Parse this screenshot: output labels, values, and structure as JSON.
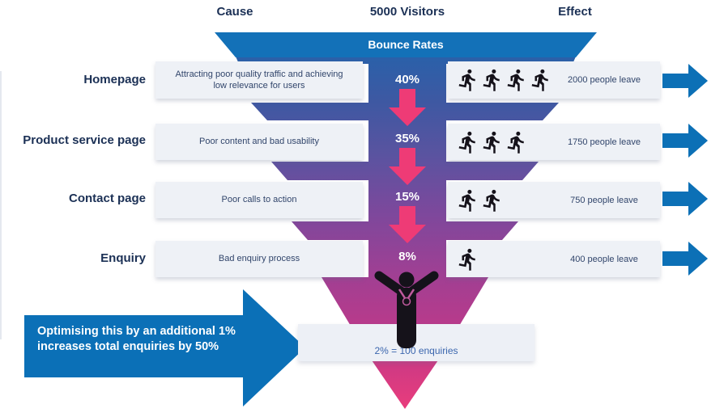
{
  "header": {
    "cause": "Cause",
    "visitors": "5000 Visitors",
    "effect": "Effect"
  },
  "banner": {
    "label": "Bounce Rates"
  },
  "rows": [
    {
      "page": "Homepage",
      "cause": "Attracting poor quality traffic and achieving low relevance for users",
      "rate": "40%",
      "leavers": 4,
      "effect": "2000 people leave"
    },
    {
      "page": "Product service page",
      "cause": "Poor content and bad usability",
      "rate": "35%",
      "leavers": 3,
      "effect": "1750 people leave"
    },
    {
      "page": "Contact page",
      "cause": "Poor calls to action",
      "rate": "15%",
      "leavers": 2,
      "effect": "750 people leave"
    },
    {
      "page": "Enquiry",
      "cause": "Bad enquiry process",
      "rate": "8%",
      "leavers": 1,
      "effect": "400 people leave"
    }
  ],
  "callout": {
    "line1": "Optimising this by an additional 1%",
    "line2": "increases total enquiries by 50%"
  },
  "summary": {
    "note": "2% = 100 enquiries"
  },
  "colors": {
    "banner_blue": "#1371b8",
    "arrow_blue": "#0c70b6",
    "arrow_pink": "#ee3b76",
    "funnel_top_blue": "#2b60a9",
    "funnel_bottom_pink": "#e93c7c",
    "box_gray": "#eef1f6",
    "text_navy": "#1b3055",
    "icon_black": "#15121a"
  }
}
